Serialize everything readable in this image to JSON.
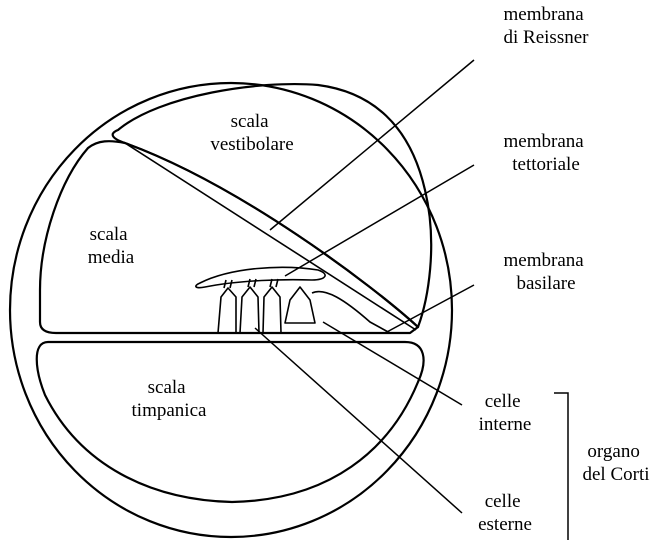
{
  "labels": {
    "scala_vestibolare": [
      "scala",
      "vestibolare"
    ],
    "scala_media": [
      "scala",
      "media"
    ],
    "scala_timpanica": [
      "scala",
      "timpanica"
    ],
    "membrana_reissner": [
      "membrana",
      "di Reissner"
    ],
    "membrana_tettoriale": [
      "membrana",
      "tettoriale"
    ],
    "membrana_basilare": [
      "membrana",
      "basilare"
    ],
    "celle_interne": [
      "celle",
      "interne"
    ],
    "celle_esterne": [
      "celle",
      "esterne"
    ],
    "organo_del_corti": [
      "organo",
      "del Corti"
    ]
  },
  "colors": {
    "ink": "#000000",
    "paper": "#ffffff"
  }
}
